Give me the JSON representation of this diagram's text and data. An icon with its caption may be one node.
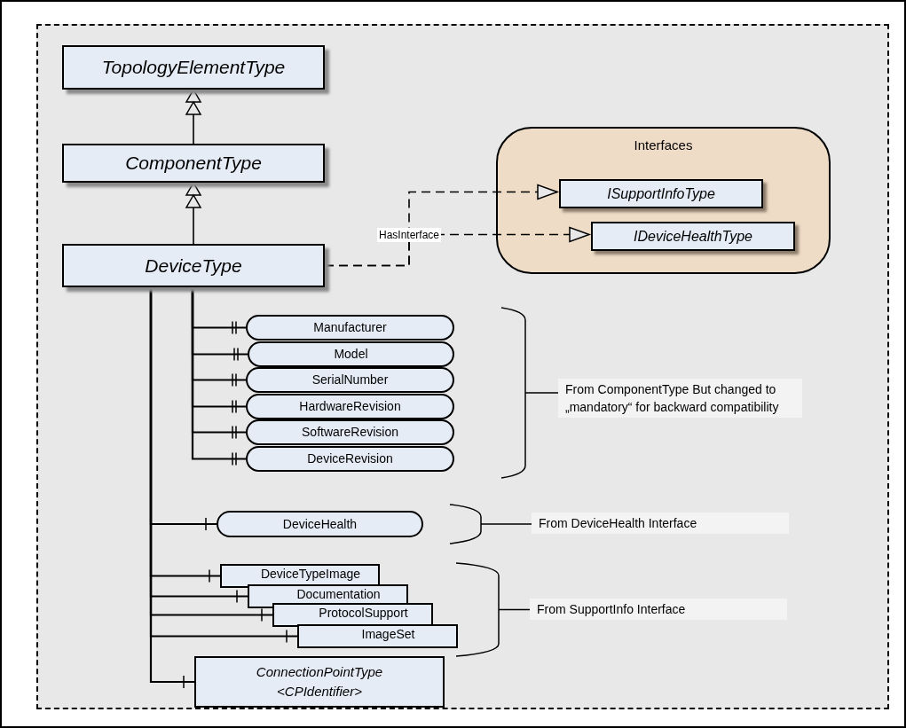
{
  "diagram": {
    "nodes": [
      {
        "text": [
          "TopologyElementType"
        ]
      },
      {
        "text": [
          "ComponentType"
        ]
      },
      {
        "text": [
          "DeviceType"
        ]
      },
      {
        "text": [
          "Interfaces"
        ]
      },
      {
        "text": [
          "ISupportInfoType"
        ],
        "in": 3
      },
      {
        "text": [
          "IDeviceHealthType"
        ],
        "in": 3
      },
      {
        "text": [
          "Manufacturer"
        ]
      },
      {
        "text": [
          "Model"
        ]
      },
      {
        "text": [
          "SerialNumber"
        ]
      },
      {
        "text": [
          "HardwareRevision"
        ]
      },
      {
        "text": [
          "SoftwareRevision"
        ]
      },
      {
        "text": [
          "DeviceRevision"
        ]
      },
      {
        "text": [
          "DeviceHealth"
        ]
      },
      {
        "text": [
          "DeviceTypeImage"
        ]
      },
      {
        "text": [
          "Documentation"
        ]
      },
      {
        "text": [
          "ProtocolSupport"
        ]
      },
      {
        "text": [
          "ImageSet"
        ]
      },
      {
        "text": [
          "ConnectionPointType",
          "<CPIdentifier>"
        ]
      }
    ],
    "edges": [
      {
        "from": 1,
        "to": 0,
        "arrow": "to"
      },
      {
        "from": 2,
        "to": 1,
        "arrow": "to"
      },
      {
        "from": 2,
        "to": 4,
        "arrow": "to",
        "style": "dashed"
      },
      {
        "from": 2,
        "to": 5,
        "arrow": "to",
        "style": "dashed",
        "label": "HasInterface"
      },
      {
        "from": 2,
        "to": 6,
        "arrow": "other"
      },
      {
        "from": 2,
        "to": 7,
        "arrow": "other"
      },
      {
        "from": 2,
        "to": 8,
        "arrow": "other"
      },
      {
        "from": 2,
        "to": 9,
        "arrow": "other"
      },
      {
        "from": 2,
        "to": 10,
        "arrow": "other"
      },
      {
        "from": 2,
        "to": 11,
        "arrow": "other"
      },
      {
        "from": 2,
        "to": 12,
        "arrow": "other"
      },
      {
        "from": 2,
        "to": 13,
        "arrow": "other"
      },
      {
        "from": 2,
        "to": 14,
        "arrow": "other"
      },
      {
        "from": 2,
        "to": 15,
        "arrow": "other"
      },
      {
        "from": 2,
        "to": 16,
        "arrow": "other"
      },
      {
        "from": 2,
        "to": 17,
        "arrow": "other"
      }
    ],
    "labels": [
      "From ComponentType But changed to „mandatory“ for backward compatibility",
      "From DeviceHealth Interface",
      "From SupportInfo Interface"
    ]
  }
}
